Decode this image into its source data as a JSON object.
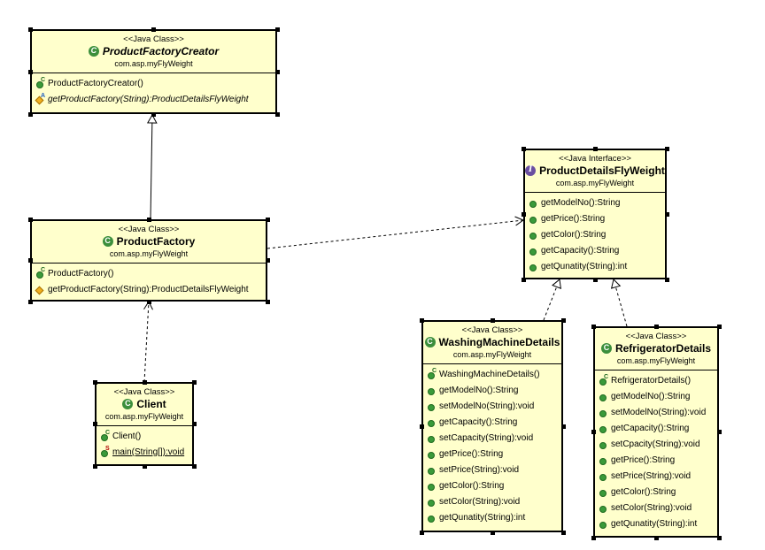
{
  "classes": {
    "pfc": {
      "stereotype": "<<Java Class>>",
      "name": "ProductFactoryCreator",
      "package": "com.asp.myFlyWeight",
      "members": [
        {
          "icon": "constructor",
          "text": "ProductFactoryCreator()"
        },
        {
          "icon": "abstract-method",
          "text": "getProductFactory(String):ProductDetailsFlyWeight"
        }
      ]
    },
    "pf": {
      "stereotype": "<<Java Class>>",
      "name": "ProductFactory",
      "package": "com.asp.myFlyWeight",
      "members": [
        {
          "icon": "constructor",
          "text": "ProductFactory()"
        },
        {
          "icon": "protected-method",
          "text": "getProductFactory(String):ProductDetailsFlyWeight"
        }
      ]
    },
    "client": {
      "stereotype": "<<Java Class>>",
      "name": "Client",
      "package": "com.asp.myFlyWeight",
      "members": [
        {
          "icon": "constructor",
          "text": "Client()"
        },
        {
          "icon": "static-method",
          "text": "main(String[]):void"
        }
      ]
    },
    "pdfw": {
      "stereotype": "<<Java Interface>>",
      "name": "ProductDetailsFlyWeight",
      "package": "com.asp.myFlyWeight",
      "members": [
        {
          "icon": "public-method",
          "text": "getModelNo():String"
        },
        {
          "icon": "public-method",
          "text": "getPrice():String"
        },
        {
          "icon": "public-method",
          "text": "getColor():String"
        },
        {
          "icon": "public-method",
          "text": "getCapacity():String"
        },
        {
          "icon": "public-method",
          "text": "getQunatity(String):int"
        }
      ]
    },
    "wmd": {
      "stereotype": "<<Java Class>>",
      "name": "WashingMachineDetails",
      "package": "com.asp.myFlyWeight",
      "members": [
        {
          "icon": "constructor",
          "text": "WashingMachineDetails()"
        },
        {
          "icon": "public-method",
          "text": "getModelNo():String"
        },
        {
          "icon": "public-method",
          "text": "setModelNo(String):void"
        },
        {
          "icon": "public-method",
          "text": "getCapacity():String"
        },
        {
          "icon": "public-method",
          "text": "setCapacity(String):void"
        },
        {
          "icon": "public-method",
          "text": "getPrice():String"
        },
        {
          "icon": "public-method",
          "text": "setPrice(String):void"
        },
        {
          "icon": "public-method",
          "text": "getColor():String"
        },
        {
          "icon": "public-method",
          "text": "setColor(String):void"
        },
        {
          "icon": "public-method",
          "text": "getQunatity(String):int"
        }
      ]
    },
    "rd": {
      "stereotype": "<<Java Class>>",
      "name": "RefrigeratorDetails",
      "package": "com.asp.myFlyWeight",
      "members": [
        {
          "icon": "constructor",
          "text": "RefrigeratorDetails()"
        },
        {
          "icon": "public-method",
          "text": "getModelNo():String"
        },
        {
          "icon": "public-method",
          "text": "setModelNo(String):void"
        },
        {
          "icon": "public-method",
          "text": "getCapacity():String"
        },
        {
          "icon": "public-method",
          "text": "setCpacity(String):void"
        },
        {
          "icon": "public-method",
          "text": "getPrice():String"
        },
        {
          "icon": "public-method",
          "text": "setPrice(String):void"
        },
        {
          "icon": "public-method",
          "text": "getColor():String"
        },
        {
          "icon": "public-method",
          "text": "setColor(String):void"
        },
        {
          "icon": "public-method",
          "text": "getQunatity(String):int"
        }
      ]
    }
  },
  "relations": [
    {
      "from": "ProductFactory",
      "to": "ProductFactoryCreator",
      "kind": "generalization"
    },
    {
      "from": "ProductFactory",
      "to": "ProductDetailsFlyWeight",
      "kind": "dependency"
    },
    {
      "from": "Client",
      "to": "ProductFactory",
      "kind": "dependency"
    },
    {
      "from": "WashingMachineDetails",
      "to": "ProductDetailsFlyWeight",
      "kind": "realization"
    },
    {
      "from": "RefrigeratorDetails",
      "to": "ProductDetailsFlyWeight",
      "kind": "realization"
    }
  ]
}
